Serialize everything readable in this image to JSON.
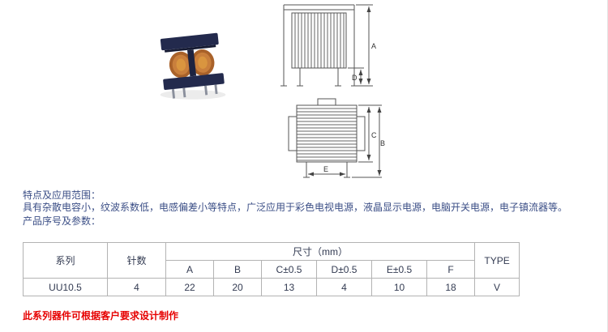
{
  "page": {
    "features_title": "特点及应用范围：",
    "features_body": "具有杂散电容小，纹波系数低，电感偏差小等特点，广泛应用于彩色电视电源，液晶显示电源，电脑开关电源，电子镇流器等。",
    "params_title": "产品序号及参数：",
    "footnote": "此系列器件可根据客户要求设计制作"
  },
  "drawings": {
    "labels": {
      "a": "A",
      "b": "B",
      "c": "C",
      "d": "D",
      "e": "E"
    }
  },
  "table": {
    "headers": {
      "series": "系列",
      "pins": "针数",
      "dims_group": "尺寸（mm）",
      "dims": [
        "A",
        "B",
        "C±0.5",
        "D±0.5",
        "E±0.5",
        "F"
      ],
      "type": "TYPE"
    },
    "rows": [
      {
        "series": "UU10.5",
        "pins": "4",
        "dims": [
          "22",
          "20",
          "13",
          "4",
          "10",
          "18"
        ],
        "type": "V"
      }
    ]
  },
  "colors": {
    "body_text": "#3b4e86",
    "footnote_red": "#e60000",
    "table_border": "#b3b3b3"
  }
}
